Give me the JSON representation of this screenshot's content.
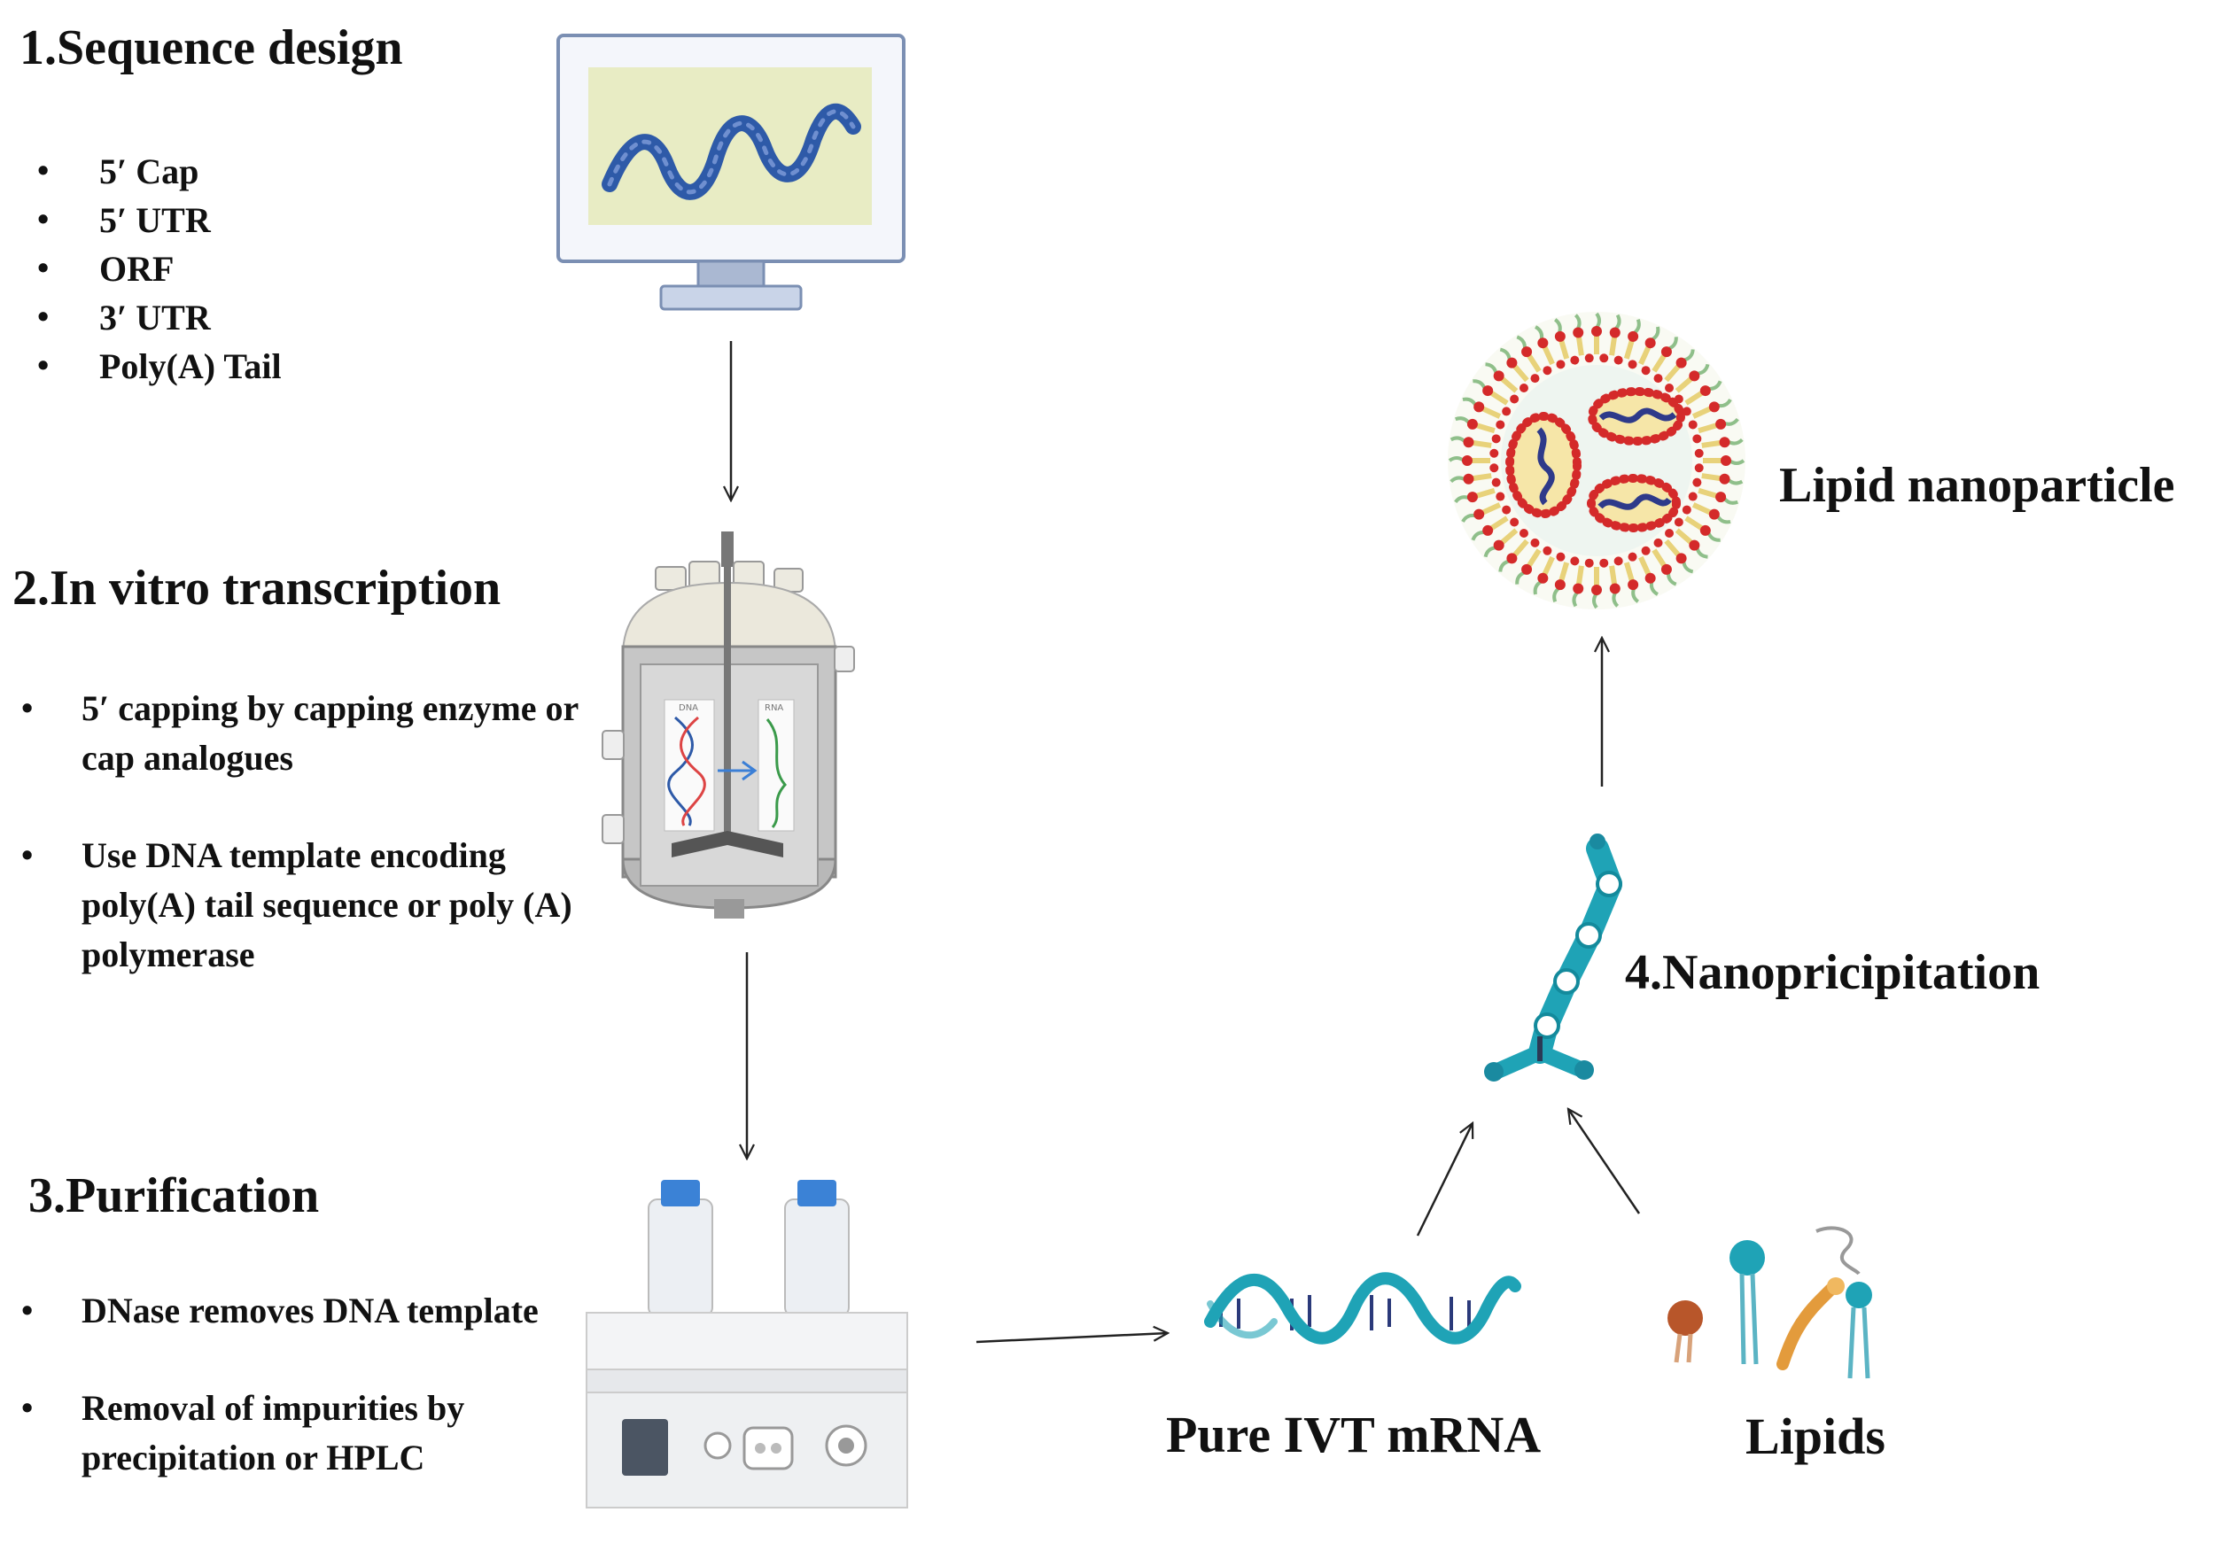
{
  "steps": {
    "sequence_design": {
      "title": "1.Sequence design",
      "bullets": [
        "5′ Cap",
        "5′ UTR",
        "ORF",
        "3′ UTR",
        "Poly(A) Tail"
      ]
    },
    "ivt": {
      "title": "2.In vitro transcription",
      "bullets": [
        "5′ capping by capping enzyme or cap analogues",
        "Use DNA template encoding poly(A) tail sequence or poly (A) polymerase"
      ]
    },
    "purification": {
      "title": "3.Purification",
      "bullets": [
        "DNase removes DNA template",
        "Removal of impurities  by precipitation or HPLC"
      ]
    },
    "nanoprecipitation": {
      "title": "4.Nanopricipitation"
    }
  },
  "labels": {
    "lnp": "Lipid nanoparticle",
    "mrna": "Pure IVT mRNA",
    "lipids": "Lipids",
    "dna_panel": "DNA",
    "rna_panel": "RNA"
  },
  "colors": {
    "rna_blue": "#2e5aa8",
    "teal": "#1fa3b6",
    "lipid_red": "#d42a2a",
    "lipid_yellow": "#e8d27a",
    "lipid_green": "#8fbf8a",
    "screen_bg": "#e8ecc4",
    "monitor_frame": "#7b8fb3"
  },
  "icons": [
    "computer-monitor-icon",
    "bioreactor-icon",
    "hplc-instrument-icon",
    "mixer-chip-icon",
    "mrna-strand-icon",
    "lipid-molecules-icon",
    "lipid-nanoparticle-icon"
  ]
}
